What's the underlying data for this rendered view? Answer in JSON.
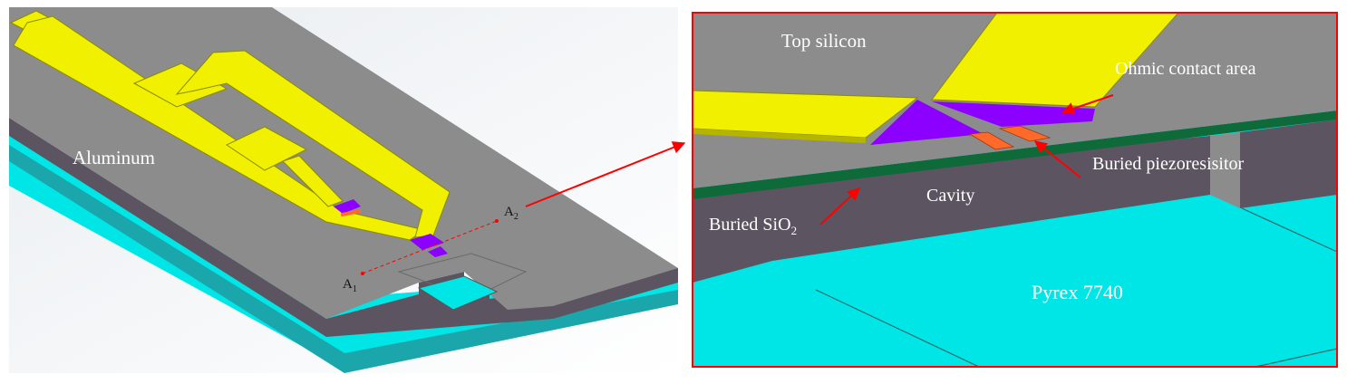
{
  "labels": {
    "aluminum": "Aluminum",
    "a1_main": "A",
    "a1_sub": "1",
    "a2_main": "A",
    "a2_sub": "2",
    "top_silicon": "Top silicon",
    "ohmic_contact_area": "Ohmic contact area",
    "buried_piezoresistor": "Buried piezoresisitor",
    "cavity": "Cavity",
    "buried_sio2_main": "Buried SiO",
    "buried_sio2_sub": "2",
    "pyrex": "Pyrex 7740"
  },
  "colors": {
    "silicon_top": "#8c8c8c",
    "silicon_side": "#5c5460",
    "pyrex": "#00e6e6",
    "pyrex_side": "#1aa6aa",
    "aluminum": "#f0f000",
    "ohmic_contact": "#8b00ff",
    "piezoresistor": "#ff6a2a",
    "sio2": "#0f6a3a",
    "arrow": "#ff0000",
    "frame": "#ff0000"
  }
}
